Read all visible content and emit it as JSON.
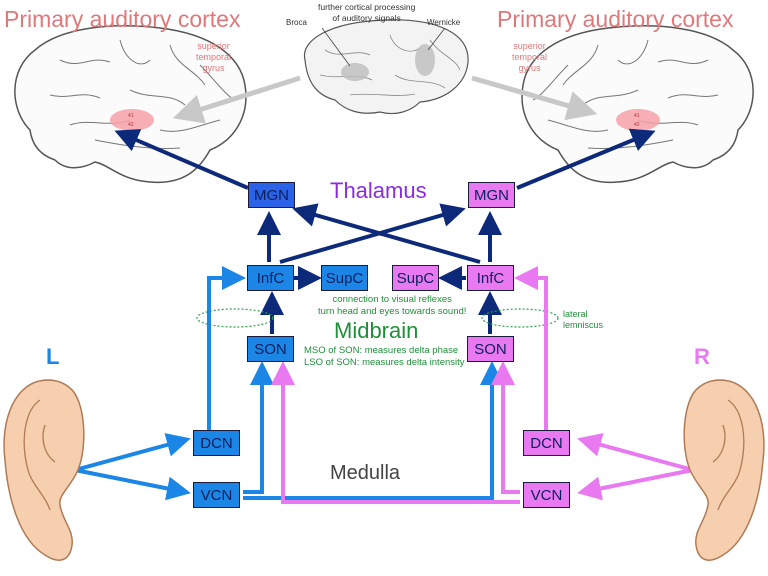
{
  "titles": {
    "left": "Primary auditory cortex",
    "right": "Primary auditory cortex"
  },
  "brain_labels": {
    "left_gyrus": [
      "superior",
      "temporal",
      "gyrus"
    ],
    "right_gyrus": [
      "superior",
      "temporal",
      "gyrus"
    ],
    "center_caption": [
      "further cortical processing",
      "of auditory signals"
    ],
    "broca": "Broca",
    "wernicke": "Wernicke",
    "left_area_numbers": [
      "41",
      "42"
    ],
    "right_area_numbers": [
      "41",
      "42"
    ]
  },
  "boxes": {
    "mgn_left": "MGN",
    "mgn_right": "MGN",
    "infc_left": "InfC",
    "infc_right": "InfC",
    "supc_left": "SupC",
    "supc_right": "SupC",
    "son_left": "SON",
    "son_right": "SON",
    "dcn_left": "DCN",
    "dcn_right": "DCN",
    "vcn_left": "VCN",
    "vcn_right": "VCN"
  },
  "regions": {
    "thalamus": "Thalamus",
    "midbrain": "Midbrain",
    "medulla": "Medulla"
  },
  "notes": {
    "visual_reflex_1": "connection to visual reflexes",
    "visual_reflex_2": "turn head and eyes towards sound!",
    "mso": "MSO of SON: measures delta phase",
    "lso": "LSO of SON: measures delta intensity",
    "lateral_lemniscus_1": "lateral",
    "lateral_lemniscus_2": "lemniscus"
  },
  "sides": {
    "left": "L",
    "right": "R"
  },
  "colors": {
    "left_pathway": "#1c86e6",
    "right_pathway": "#e879f0",
    "cortex_arrows": "#0d2a7a",
    "cortical_arrows": "#c8c8c8",
    "title_red": "#e0787a",
    "thalamus": "#8a2be2",
    "midbrain": "#1f8f3a"
  }
}
